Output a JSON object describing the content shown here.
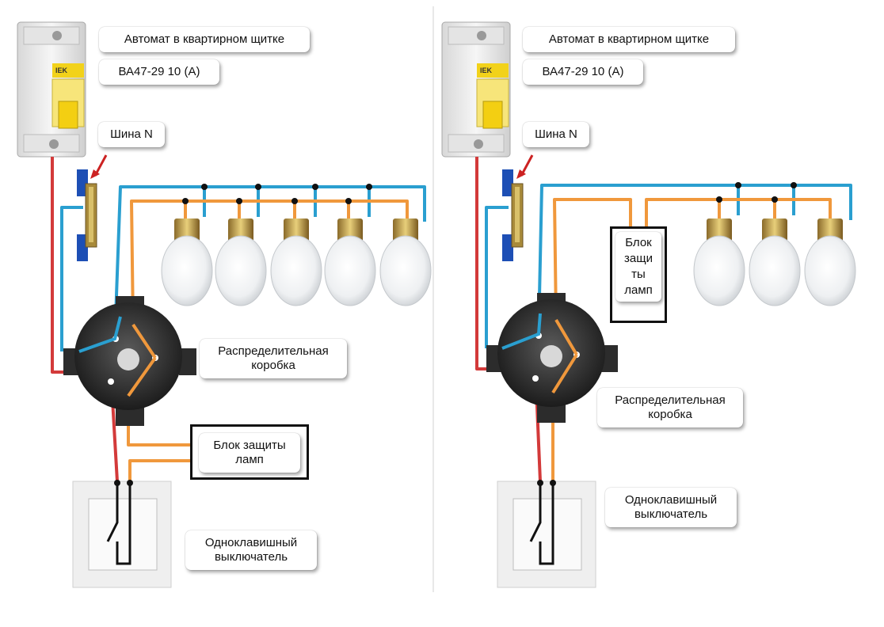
{
  "diagrams": [
    {
      "breaker_label": "Автомат в квартирном щитке",
      "breaker_model": "ВА47-29 10 (А)",
      "bus_label": "Шина N",
      "junction_label": "Распределительная\nкоробка",
      "protection_label": "Блок защиты\nламп",
      "switch_label": "Одноклавишный\nвыключатель",
      "lamp_count": 5
    },
    {
      "breaker_label": "Автомат в квартирном щитке",
      "breaker_model": "ВА47-29 10 (А)",
      "bus_label": "Шина N",
      "junction_label": "Распределительная\nкоробка",
      "protection_label": "Блок\nзащи\nты\nламп",
      "switch_label": "Одноклавишный\nвыключатель",
      "lamp_count": 3
    }
  ],
  "brand_text": "IEK",
  "colors": {
    "phase": "#d33a3a",
    "neutral": "#2a9fd0",
    "switched": "#f0983c",
    "box_dark": "#2c2c2c"
  }
}
